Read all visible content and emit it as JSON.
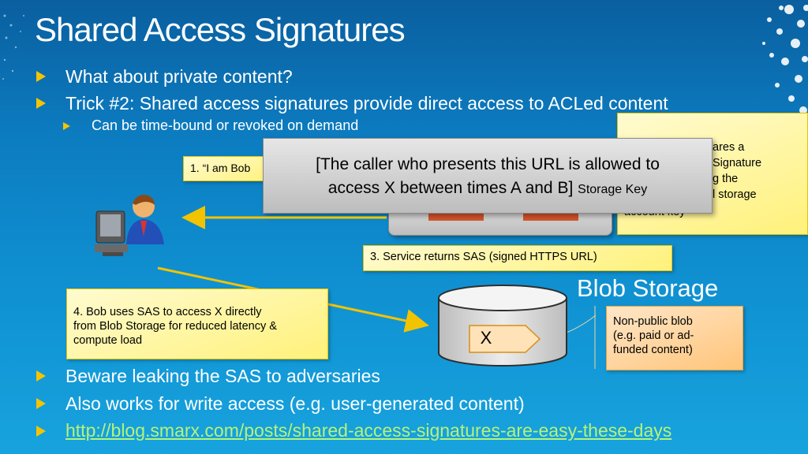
{
  "slide": {
    "title": "Shared Access Signatures",
    "bullets_top": [
      "What about private content?",
      "Trick #2: Shared access signatures provide direct access to ACLed content"
    ],
    "sub_bullet": "Can be time-bound or revoked on demand",
    "bullets_bottom": [
      "Beware leaking the SAS to adversaries",
      "Also works for write access (e.g. user-generated content)"
    ],
    "link": "http://blog.smarx.com/posts/shared-access-signatures-are-easy-these-days"
  },
  "diagram": {
    "step1_note": "1. “I am Bob",
    "step2_note_lines": [
      "ares a",
      "Signature",
      "g the",
      "l storage",
      "account key"
    ],
    "callout_line1": "[The caller who presents this URL is allowed to",
    "callout_line2": "access X between times A and B]",
    "callout_suffix": "Storage Key",
    "step3_note": "3. Service returns SAS (signed HTTPS URL)",
    "step4_note_lines": [
      "4. Bob uses SAS to access X directly",
      "from Blob Storage for reduced latency &",
      "compute load"
    ],
    "blob_storage_label": "Blob Storage",
    "blob_item_label": "X",
    "nonpublic_note_lines": [
      "Non-public blob",
      "(e.g. paid or ad-",
      "funded content)"
    ]
  },
  "colors": {
    "background": "#0c7cc0",
    "bullet_arrow": "#f4c400",
    "link": "#b6f27a",
    "note_yellow": "#fff17a",
    "note_orange": "#ffc57a",
    "connector": "#f2c300"
  },
  "icons": [
    "user-at-computer-icon",
    "bullet-arrow-icon",
    "storage-cylinder-icon"
  ]
}
